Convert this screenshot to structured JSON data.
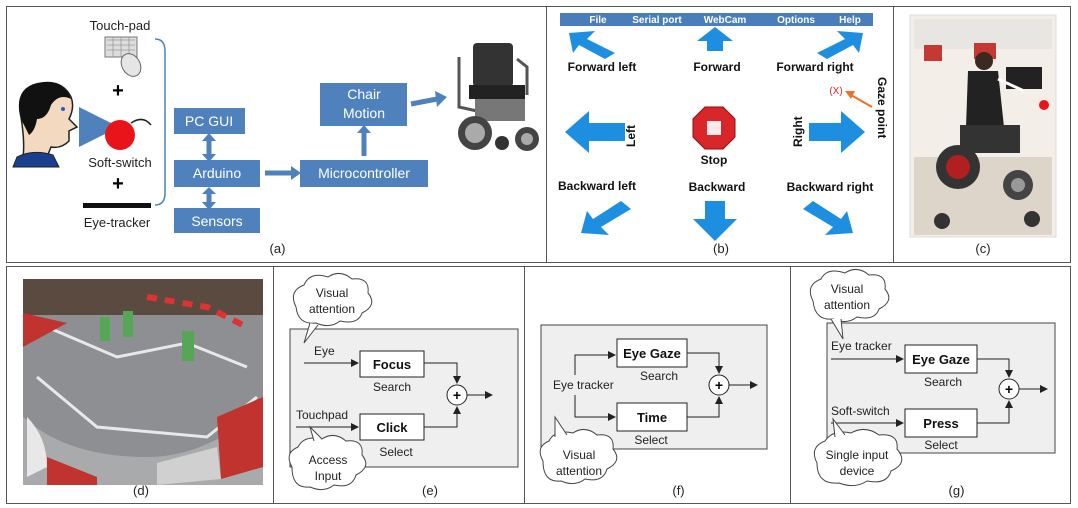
{
  "panel_a": {
    "caption": "(a)",
    "inputs": [
      "Touch-pad",
      "Soft-switch",
      "Eye-tracker"
    ],
    "plus": "+",
    "boxes": {
      "pc_gui": "PC GUI",
      "arduino": "Arduino",
      "sensors": "Sensors",
      "microcontroller": "Microcontroller",
      "chair_motion_1": "Chair",
      "chair_motion_2": "Motion"
    }
  },
  "panel_b": {
    "caption": "(b)",
    "menu": [
      "File",
      "Serial port",
      "WebCam",
      "Options",
      "Help"
    ],
    "labels": {
      "forward_left": "Forward left",
      "forward": "Forward",
      "forward_right": "Forward right",
      "left": "Left",
      "stop": "Stop",
      "right": "Right",
      "backward_left": "Backward left",
      "backward": "Backward",
      "backward_right": "Backward right",
      "gaze_point": "Gaze point",
      "gaze_marker": "(X)"
    }
  },
  "panel_c": {
    "caption": "(c)"
  },
  "panel_d": {
    "caption": "(d)"
  },
  "panel_e": {
    "caption": "(e)",
    "cloud_top_1": "Visual",
    "cloud_top_2": "attention",
    "input_top": "Eye",
    "box_top": "Focus",
    "sub_top": "Search",
    "input_bottom": "Touchpad",
    "box_bottom": "Click",
    "sub_bottom": "Select",
    "cloud_bottom_1": "Access",
    "cloud_bottom_2": "Input",
    "plus": "+"
  },
  "panel_f": {
    "caption": "(f)",
    "input": "Eye tracker",
    "box_top": "Eye Gaze",
    "sub_top": "Search",
    "box_bottom": "Time",
    "sub_bottom": "Select",
    "cloud_1": "Visual",
    "cloud_2": "attention",
    "plus": "+"
  },
  "panel_g": {
    "caption": "(g)",
    "cloud_top_1": "Visual",
    "cloud_top_2": "attention",
    "input_top": "Eye tracker",
    "box_top": "Eye Gaze",
    "sub_top": "Search",
    "input_bottom": "Soft-switch",
    "box_bottom": "Press",
    "sub_bottom": "Select",
    "cloud_bottom_1": "Single input",
    "cloud_bottom_2": "device",
    "plus": "+"
  },
  "colors": {
    "box_blue": "#4f81bd",
    "arrow_blue": "#1e8fe0",
    "menu_bar": "#4a7ebb",
    "stop_red": "#d9262b",
    "gaze_orange": "#f0702a",
    "diagram_bg": "#efefef"
  }
}
